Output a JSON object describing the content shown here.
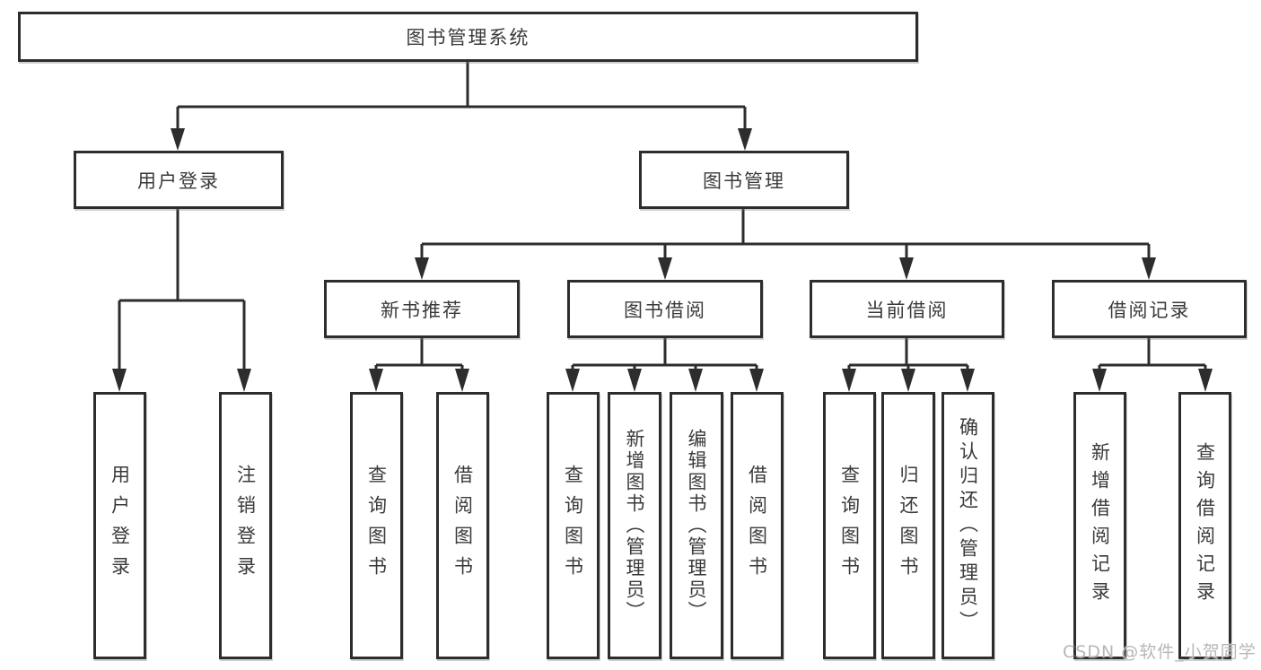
{
  "diagram": {
    "tree": {
      "root": {
        "label": "图书管理系统",
        "children": [
          {
            "label": "用户登录",
            "children": [
              {
                "label": "用户登录"
              },
              {
                "label": "注销登录"
              }
            ]
          },
          {
            "label": "图书管理",
            "children": [
              {
                "label": "新书推荐",
                "children": [
                  {
                    "label": "查询图书"
                  },
                  {
                    "label": "借阅图书"
                  }
                ]
              },
              {
                "label": "图书借阅",
                "children": [
                  {
                    "label": "查询图书"
                  },
                  {
                    "label": "新增图书（管理员）"
                  },
                  {
                    "label": "编辑图书（管理员）"
                  },
                  {
                    "label": "借阅图书"
                  }
                ]
              },
              {
                "label": "当前借阅",
                "children": [
                  {
                    "label": "查询图书"
                  },
                  {
                    "label": "归还图书"
                  },
                  {
                    "label": "确认归还（管理员）"
                  }
                ]
              },
              {
                "label": "借阅记录",
                "children": [
                  {
                    "label": "新增借阅记录"
                  },
                  {
                    "label": "查询借阅记录"
                  }
                ]
              }
            ]
          }
        ]
      }
    },
    "colors": {
      "line": "#2d2d2d",
      "text": "#3a3a3a",
      "watermark_text": "#b7b7b7",
      "background": "#ffffff"
    }
  },
  "watermark": {
    "text": "CSDN @软件_小贺同学"
  }
}
